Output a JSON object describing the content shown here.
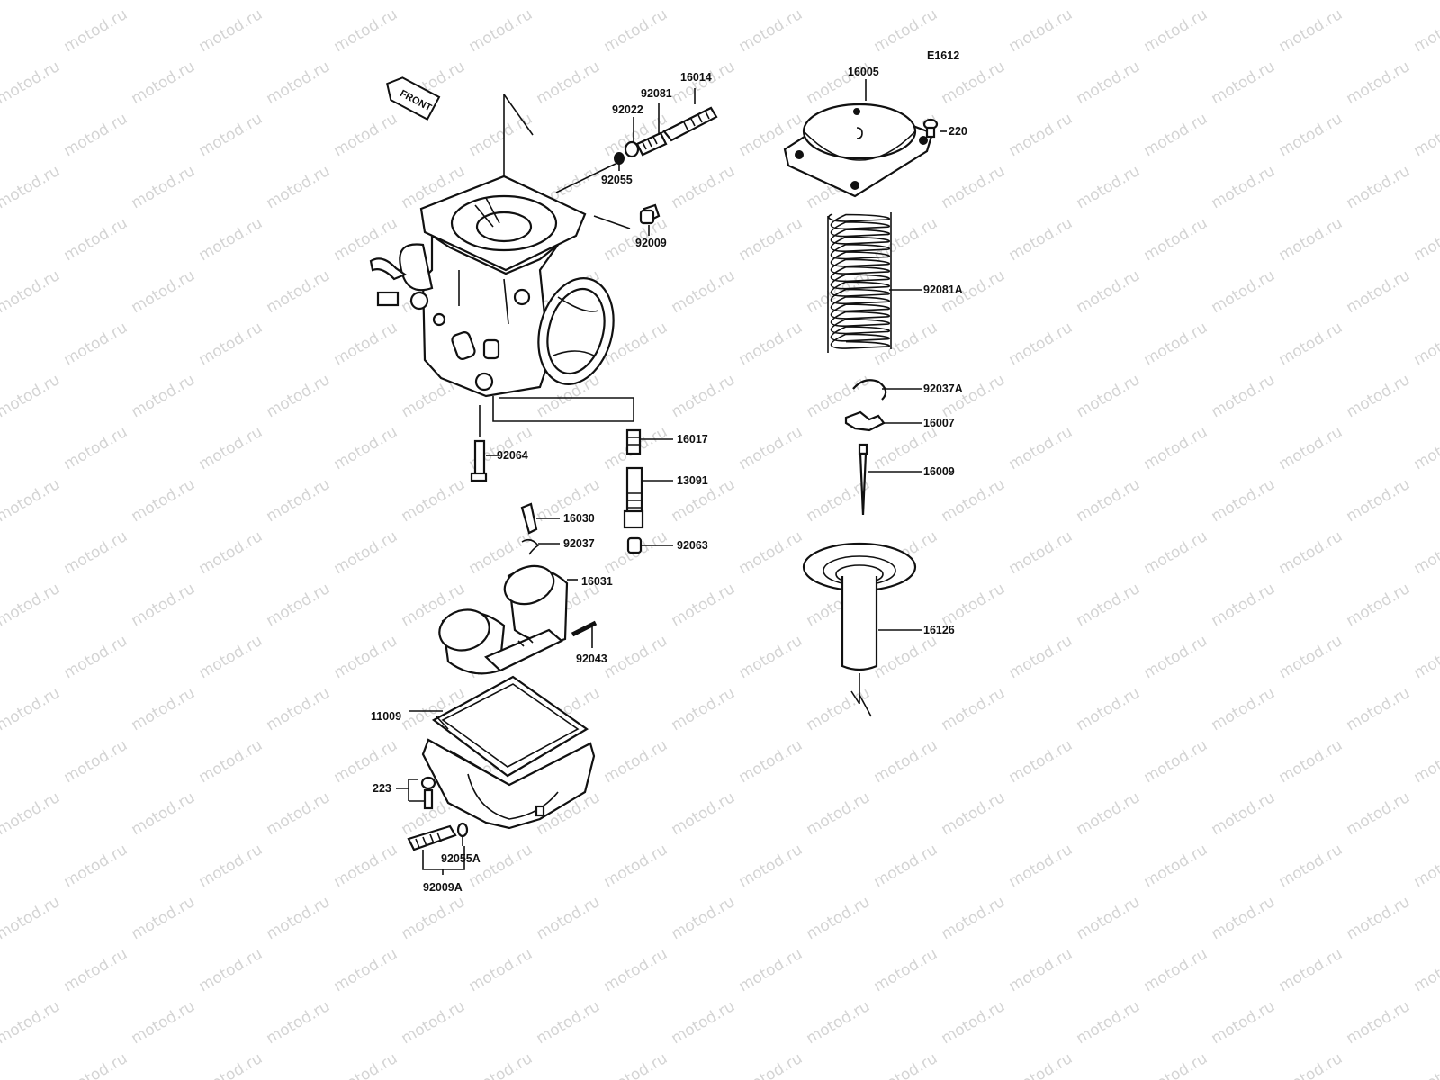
{
  "diagram": {
    "code": "E1612",
    "front_label": "FRONT",
    "watermark": "motod.ru",
    "parts": [
      {
        "id": "16014",
        "label": "16014"
      },
      {
        "id": "92081",
        "label": "92081"
      },
      {
        "id": "92022",
        "label": "92022"
      },
      {
        "id": "92055",
        "label": "92055"
      },
      {
        "id": "92009",
        "label": "92009"
      },
      {
        "id": "92064",
        "label": "92064"
      },
      {
        "id": "16017",
        "label": "16017"
      },
      {
        "id": "13091",
        "label": "13091"
      },
      {
        "id": "16030",
        "label": "16030"
      },
      {
        "id": "92037",
        "label": "92037"
      },
      {
        "id": "92063",
        "label": "92063"
      },
      {
        "id": "16031",
        "label": "16031"
      },
      {
        "id": "92043",
        "label": "92043"
      },
      {
        "id": "11009",
        "label": "11009"
      },
      {
        "id": "223",
        "label": "223"
      },
      {
        "id": "92055A",
        "label": "92055A"
      },
      {
        "id": "92009A",
        "label": "92009A"
      },
      {
        "id": "16005",
        "label": "16005"
      },
      {
        "id": "220",
        "label": "220"
      },
      {
        "id": "92081A",
        "label": "92081A"
      },
      {
        "id": "92037A",
        "label": "92037A"
      },
      {
        "id": "16007",
        "label": "16007"
      },
      {
        "id": "16009",
        "label": "16009"
      },
      {
        "id": "16126",
        "label": "16126"
      }
    ]
  }
}
